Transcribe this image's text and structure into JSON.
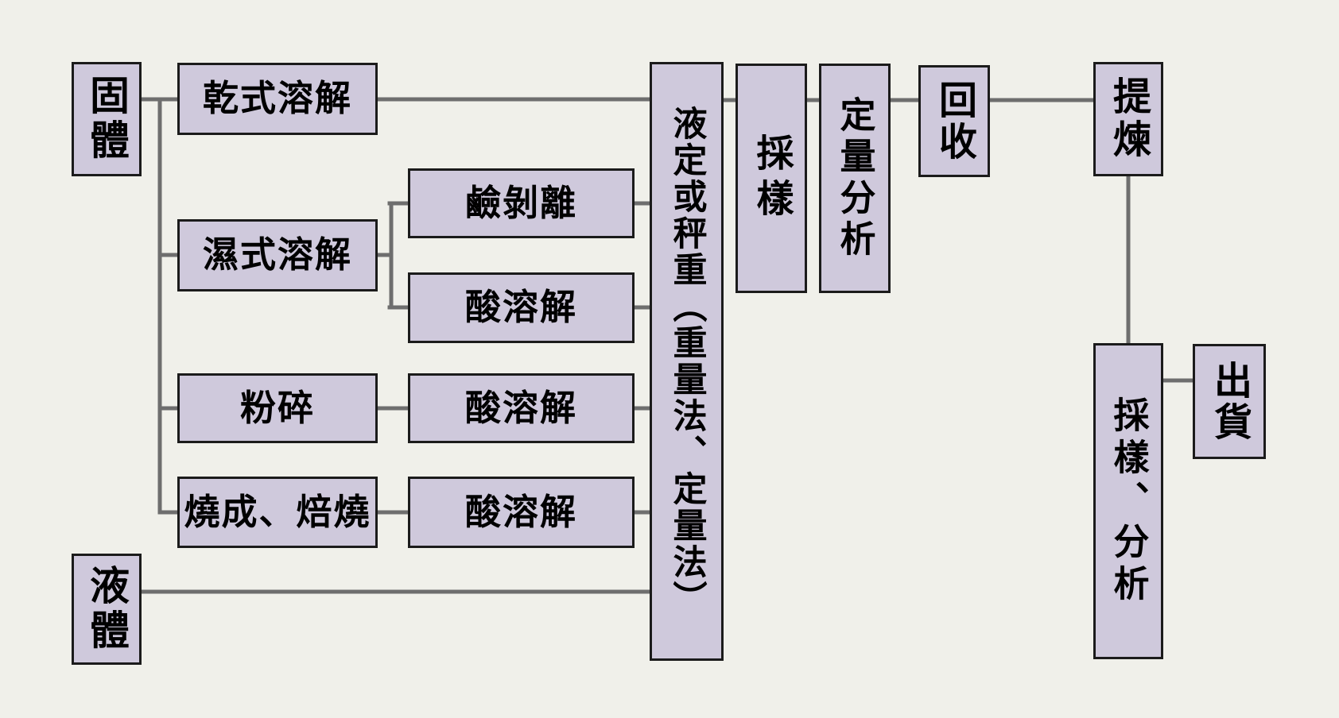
{
  "diagram": {
    "type": "flowchart",
    "background_color": "#F0F0EA",
    "node_fill_color": "#CFC9DC",
    "node_border_color": "#1B1B1B",
    "connector_color": "#6E6E6E",
    "nodes": {
      "solid": {
        "label": "固體"
      },
      "dry_dissolution": {
        "label": "乾式溶解"
      },
      "wet_dissolution": {
        "label": "濕式溶解"
      },
      "alkali_stripping": {
        "label": "鹼剝離"
      },
      "acid_dissolution_1": {
        "label": "酸溶解"
      },
      "crushing": {
        "label": "粉碎"
      },
      "acid_dissolution_2": {
        "label": "酸溶解"
      },
      "firing_roasting": {
        "label": "燒成、焙燒"
      },
      "acid_dissolution_3": {
        "label": "酸溶解"
      },
      "titration_or_weighing": {
        "label": "液定或秤重（重量法、定量法）"
      },
      "sampling": {
        "label": "採樣"
      },
      "quantitative_analysis": {
        "label": "定量分析"
      },
      "recovery": {
        "label": "回收"
      },
      "refining": {
        "label": "提煉"
      },
      "sampling_analysis": {
        "label": "採樣、分析"
      },
      "shipping": {
        "label": "出貨"
      },
      "liquid": {
        "label": "液體"
      }
    },
    "edges": [
      {
        "from": "solid",
        "to": "dry_dissolution"
      },
      {
        "from": "solid",
        "to": "wet_dissolution"
      },
      {
        "from": "solid",
        "to": "crushing"
      },
      {
        "from": "solid",
        "to": "firing_roasting"
      },
      {
        "from": "wet_dissolution",
        "to": "alkali_stripping"
      },
      {
        "from": "wet_dissolution",
        "to": "acid_dissolution_1"
      },
      {
        "from": "crushing",
        "to": "acid_dissolution_2"
      },
      {
        "from": "firing_roasting",
        "to": "acid_dissolution_3"
      },
      {
        "from": "dry_dissolution",
        "to": "titration_or_weighing"
      },
      {
        "from": "alkali_stripping",
        "to": "titration_or_weighing"
      },
      {
        "from": "acid_dissolution_1",
        "to": "titration_or_weighing"
      },
      {
        "from": "acid_dissolution_2",
        "to": "titration_or_weighing"
      },
      {
        "from": "acid_dissolution_3",
        "to": "titration_or_weighing"
      },
      {
        "from": "liquid",
        "to": "titration_or_weighing"
      },
      {
        "from": "titration_or_weighing",
        "to": "sampling"
      },
      {
        "from": "sampling",
        "to": "quantitative_analysis"
      },
      {
        "from": "quantitative_analysis",
        "to": "recovery"
      },
      {
        "from": "recovery",
        "to": "refining"
      },
      {
        "from": "refining",
        "to": "sampling_analysis"
      },
      {
        "from": "sampling_analysis",
        "to": "shipping"
      }
    ]
  }
}
